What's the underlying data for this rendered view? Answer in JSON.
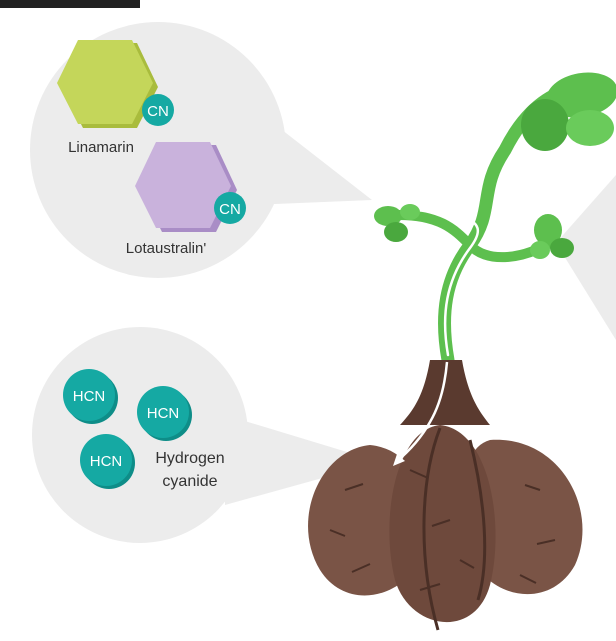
{
  "header_text": "",
  "bubbles": {
    "glycosides": {
      "items": [
        {
          "name": "Linamarin",
          "group": "CN"
        },
        {
          "name": "Lotaustralin'",
          "group": "CN"
        }
      ]
    },
    "cyanide": {
      "molecules": [
        "HCN",
        "HCN",
        "HCN"
      ],
      "label_line1": "Hydrogen",
      "label_line2": "cyanide"
    }
  },
  "colors": {
    "bubble_fill": "#ececec",
    "linamarin": "#c4d65a",
    "lotaustralin": "#c9b2dc",
    "teal": "#15a9a3",
    "leaf": "#5dbf4e",
    "tuber": "#7a5446",
    "root_crown": "#5a3a2f"
  }
}
